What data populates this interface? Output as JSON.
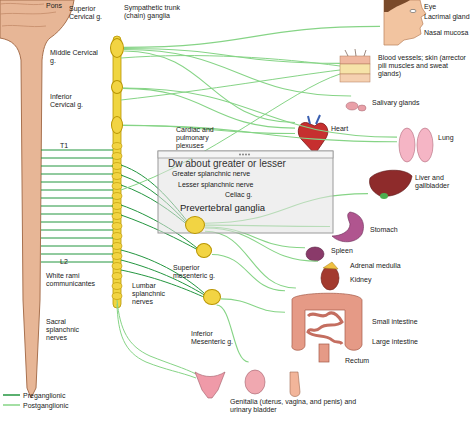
{
  "diagram": {
    "nodes": [
      {
        "text": [
          "Superior Cervical g."
        ]
      },
      {
        "text": [
          "Middle Cervical g."
        ]
      },
      {
        "text": [
          "Inferior Cervical g."
        ]
      },
      {
        "text": [
          "Eye",
          "Lacrimal gland",
          "Nasal mucosa"
        ]
      },
      {
        "text": [
          "Blood vessels; skin (arrector pili muscles and sweat glands)"
        ]
      },
      {
        "text": [
          "Salivary glands"
        ]
      },
      {
        "text": [
          "Heart"
        ]
      },
      {
        "text": [
          "Lung"
        ]
      },
      {
        "text": [
          "Liver and gallbladder"
        ]
      },
      {
        "text": [
          "Celiac g."
        ]
      },
      {
        "text": [
          "Stomach"
        ]
      },
      {
        "text": [
          "Spleen"
        ]
      },
      {
        "text": [
          "Superior mesenteric g."
        ]
      },
      {
        "text": [
          "Adrenal medulla",
          "Kidney"
        ]
      },
      {
        "text": [
          "Small intestine",
          "Large intestine",
          "Rectum"
        ]
      },
      {
        "text": [
          "Inferior Mesenteric g."
        ]
      },
      {
        "text": [
          "Genitalia (uterus, vagina, and penis) and urinary bladder"
        ]
      }
    ],
    "edges": [
      {
        "from": 0,
        "to": 3,
        "arrow": "none"
      },
      {
        "from": 0,
        "to": 4,
        "arrow": "none"
      },
      {
        "from": 0,
        "to": 5,
        "arrow": "none"
      },
      {
        "from": 0,
        "to": 6,
        "arrow": "none"
      },
      {
        "from": 1,
        "to": 6,
        "arrow": "none"
      },
      {
        "from": 1,
        "to": 7,
        "arrow": "none"
      },
      {
        "from": 2,
        "to": 6,
        "arrow": "none"
      },
      {
        "from": 2,
        "to": 7,
        "arrow": "none"
      },
      {
        "from": 9,
        "to": 8,
        "arrow": "none"
      },
      {
        "from": 9,
        "to": 10,
        "arrow": "none"
      },
      {
        "from": 9,
        "to": 11,
        "arrow": "none"
      },
      {
        "from": 9,
        "to": 13,
        "arrow": "none"
      },
      {
        "from": 9,
        "to": 14,
        "arrow": "none"
      },
      {
        "from": 12,
        "to": 14,
        "arrow": "none"
      },
      {
        "from": 15,
        "to": 14,
        "arrow": "none"
      },
      {
        "from": 15,
        "to": 16,
        "arrow": "none"
      }
    ],
    "labels": [
      "Pons",
      "Sympathetic trunk (chain) ganglia",
      "T1",
      "L2",
      "White rami communicantes",
      "Sacral splanchnic nerves",
      "Cardiac and pulmonary plexuses",
      "Dw about greater or lesser",
      "Greater splanchnic nerve",
      "Lesser splanchnic nerve",
      "Prevertebral ganglia",
      "Lumbar splanchnic nerves"
    ],
    "legend": [
      {
        "text": "Preganglionic"
      },
      {
        "text": "Postganglionic"
      }
    ]
  }
}
